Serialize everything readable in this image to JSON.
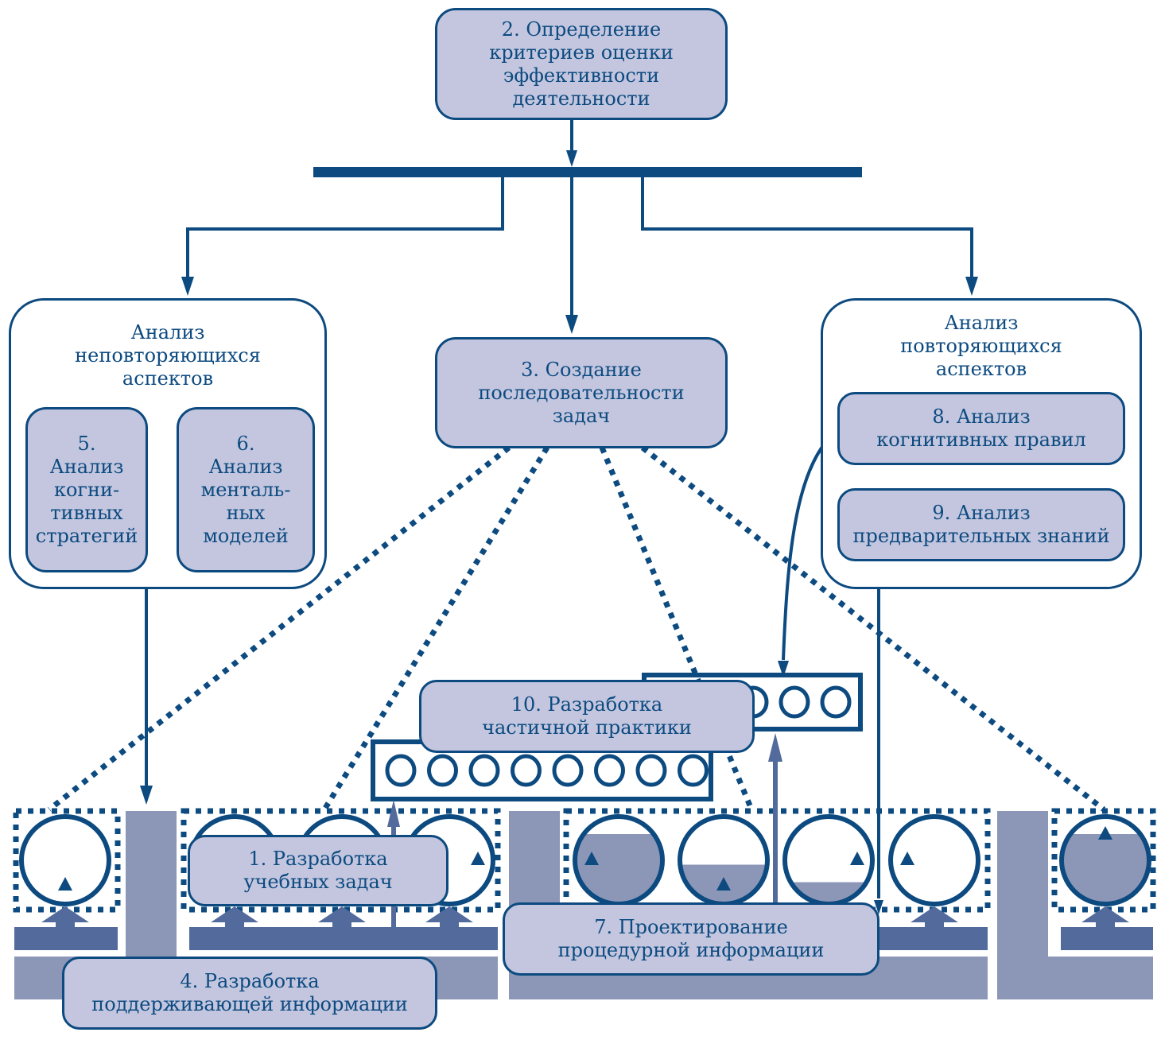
{
  "colors": {
    "dark": "#0c4a80",
    "box_fill": "#c3c6de",
    "mid_fill": "#8c97b8",
    "bar_fill": "#526b9c"
  },
  "nodes": {
    "n2": {
      "lines": [
        "2. Определение",
        "критериев оценки",
        "эффективности",
        "деятельности"
      ]
    },
    "n3": {
      "lines": [
        "3. Создание",
        "последовательности",
        "задач"
      ]
    },
    "group_nonrecurrent": {
      "title_lines": [
        "Анализ",
        "неповторяющихся",
        "аспектов"
      ],
      "n5": {
        "lines": [
          "5.",
          "Анализ",
          "когни-",
          "тивных",
          "стратегий"
        ]
      },
      "n6": {
        "lines": [
          "6.",
          "Анализ",
          "менталь-",
          "ных",
          "моделей"
        ]
      }
    },
    "group_recurrent": {
      "title_lines": [
        "Анализ",
        "повторяющихся",
        "аспектов"
      ],
      "n8": {
        "lines": [
          "8. Анализ",
          "когнитивных правил"
        ]
      },
      "n9": {
        "lines": [
          "9. Анализ",
          "предварительных знаний"
        ]
      }
    },
    "n10": {
      "lines": [
        "10. Разработка",
        "частичной практики"
      ]
    },
    "n1": {
      "lines": [
        "1. Разработка",
        "учебных задач"
      ]
    },
    "n4": {
      "lines": [
        "4. Разработка",
        "поддерживающей информации"
      ]
    },
    "n7": {
      "lines": [
        "7. Проектирование",
        "процедурной информации"
      ]
    }
  },
  "task_classes": [
    {
      "tasks": [
        {
          "support_level": 0,
          "marker": "bottom"
        }
      ]
    },
    {
      "tasks": [
        {
          "support_level": 0,
          "marker": "hidden"
        },
        {
          "support_level": 0,
          "marker": "hidden"
        },
        {
          "support_level": 0,
          "marker": "right"
        }
      ]
    },
    {
      "tasks": [
        {
          "support_level": 0.8,
          "marker": "left"
        },
        {
          "support_level": 0.45,
          "marker": "bottom"
        },
        {
          "support_level": 0.25,
          "marker": "right"
        },
        {
          "support_level": 0,
          "marker": "left"
        }
      ]
    },
    {
      "tasks": [
        {
          "support_level": 0.8,
          "marker": "top"
        }
      ]
    }
  ],
  "part_task_practice": {
    "long_row_items": 8,
    "short_row_items": 5
  }
}
